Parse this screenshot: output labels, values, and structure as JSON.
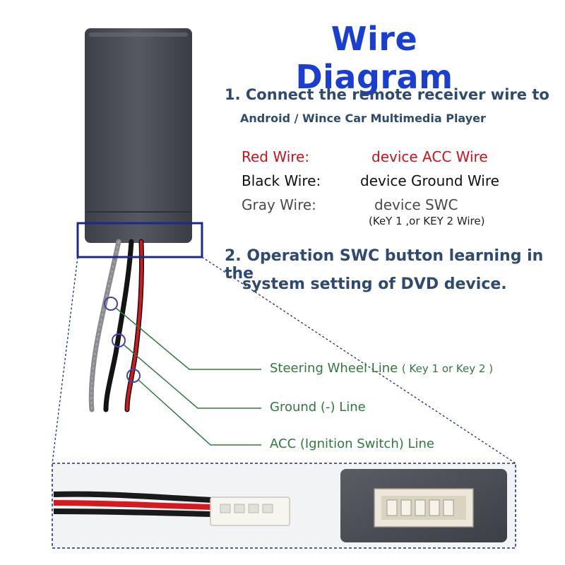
{
  "title": "Wire Diagram",
  "step1": {
    "line1": "1. Connect the remote receiver wire to",
    "line2": "Android / Wince Car Multimedia Player"
  },
  "wires": [
    {
      "label": "Red Wire:",
      "desc": "device ACC Wire",
      "color": "#c8141a"
    },
    {
      "label": "Black Wire:",
      "desc": "device Ground Wire",
      "color": "#111111"
    },
    {
      "label": "Gray Wire:",
      "desc": "device SWC",
      "color": "#4a4a4a"
    }
  ],
  "gray_wire_note": "(KeY 1 ,or KEY 2 Wire)",
  "step2": {
    "line1": "2. Operation SWC button learning in the",
    "line2": "system setting of DVD device."
  },
  "callouts": [
    {
      "label": "Steering Wheel Line",
      "sub": "( Key 1 or Key 2 )"
    },
    {
      "label": "Ground (-) Line",
      "sub": ""
    },
    {
      "label": "ACC (Ignition Switch) Line",
      "sub": ""
    }
  ],
  "colors": {
    "title": "#1a3ed1",
    "steps": "#2f4a6f",
    "callout_lines": "#2e7a3f",
    "highlight_box": "#1c2a8a",
    "device_body": "#4d5057"
  }
}
